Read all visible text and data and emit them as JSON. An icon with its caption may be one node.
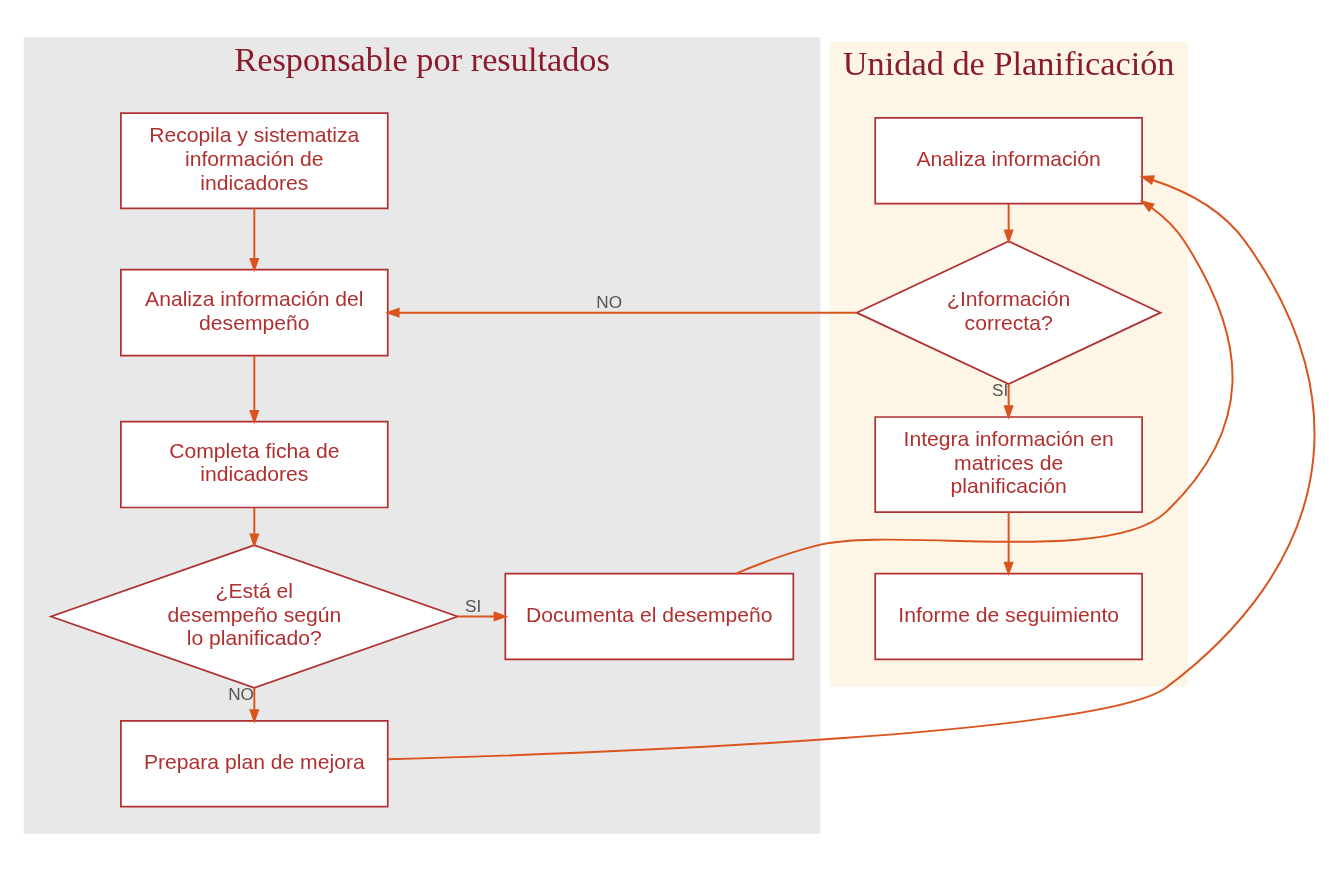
{
  "diagram": {
    "nodes": [
      {
        "text": [
          "Responsable por resultados"
        ]
      },
      {
        "text": [
          "Unidad de Planificación"
        ]
      },
      {
        "text": [
          "Recopila y sistematiza información de indicadores"
        ],
        "in": 0
      },
      {
        "text": [
          "Analiza información del desempeño"
        ],
        "in": 0
      },
      {
        "text": [
          "Completa ficha de indicadores"
        ],
        "in": 0
      },
      {
        "text": [
          "¿Está el desempeño según lo planificado?"
        ],
        "in": 0
      },
      {
        "text": [
          "Documenta el desempeño"
        ],
        "in": 0
      },
      {
        "text": [
          "Prepara plan de mejora"
        ],
        "in": 0
      },
      {
        "text": [
          "Analiza información"
        ],
        "in": 1
      },
      {
        "text": [
          "¿Información correcta?"
        ],
        "in": 1
      },
      {
        "text": [
          "Integra información en matrices de planificación"
        ],
        "in": 1
      },
      {
        "text": [
          "Informe de seguimiento"
        ],
        "in": 1
      }
    ],
    "edges": [
      {
        "from": 2,
        "to": 3,
        "arrow": "to"
      },
      {
        "from": 3,
        "to": 4,
        "arrow": "to"
      },
      {
        "from": 4,
        "to": 5,
        "arrow": "to"
      },
      {
        "from": 5,
        "to": 6,
        "arrow": "to",
        "label": "SI"
      },
      {
        "from": 5,
        "to": 7,
        "arrow": "to",
        "label": "NO"
      },
      {
        "from": 7,
        "to": 8,
        "arrow": "to"
      },
      {
        "from": 6,
        "to": 8,
        "arrow": "to"
      },
      {
        "from": 8,
        "to": 9,
        "arrow": "to"
      },
      {
        "from": 9,
        "to": 3,
        "arrow": "to",
        "label": "NO"
      },
      {
        "from": 9,
        "to": 10,
        "arrow": "to",
        "label": "SI"
      },
      {
        "from": 10,
        "to": 11,
        "arrow": "to"
      }
    ]
  }
}
